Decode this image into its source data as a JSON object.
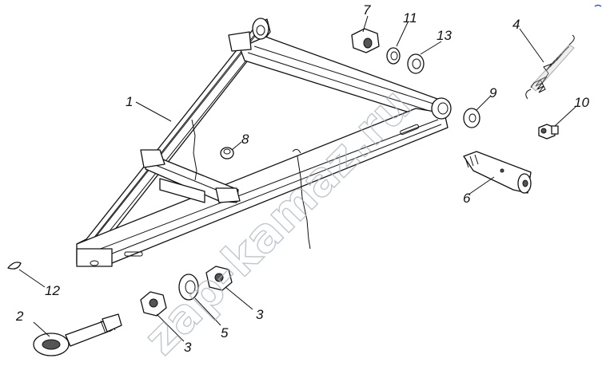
{
  "watermark": "zap-kamaz.ru",
  "callouts": {
    "c1": "1",
    "c2": "2",
    "c3a": "3",
    "c3b": "3",
    "c4": "4",
    "c5": "5",
    "c6": "6",
    "c7": "7",
    "c8": "8",
    "c9": "9",
    "c10": "10",
    "c11": "11",
    "c12": "12",
    "c13": "13"
  },
  "accent_marker_color": "#1a3cff"
}
